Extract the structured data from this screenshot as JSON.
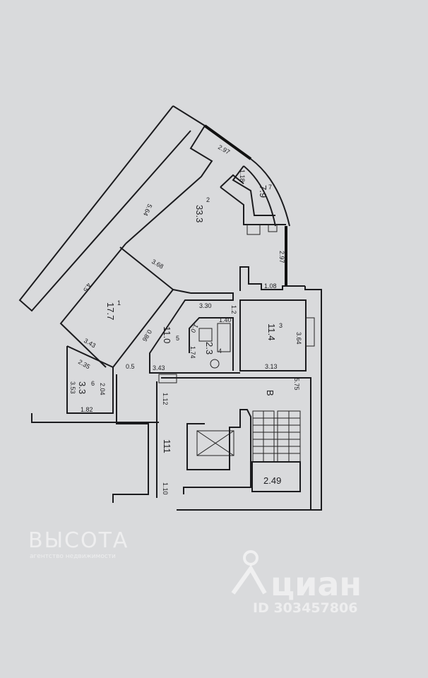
{
  "rooms": [
    {
      "num": "2",
      "area": "33.3"
    },
    {
      "num": "7",
      "area": "7.9"
    },
    {
      "num": "1",
      "area": "17.7"
    },
    {
      "num": "5",
      "area": "11.0"
    },
    {
      "num": "3",
      "area": "11.4"
    },
    {
      "num": "4",
      "area": "2.3"
    },
    {
      "num": "6",
      "area": "3.3"
    }
  ],
  "corridor": {
    "area": "111",
    "stair_label": "В",
    "stair_length": "5.75",
    "landing": "2.49"
  },
  "dimensions": {
    "top_window": "2.97",
    "bay_door": "1.18",
    "room2_left": "5.64",
    "room2_bottom": "3.68",
    "right_wall": "2.97",
    "niche": "1.08",
    "hall_top": "3.30",
    "door_small": "1.2",
    "bath_top": "1.40",
    "bath_diag": "1.0",
    "room1_left": "4.5",
    "bath_side": "1.74",
    "room1_bottom": "3.43",
    "door_room1": "0.86",
    "room3_right": "3.64",
    "room3_bottom": "3.13",
    "room6_top": "2.35",
    "hall_corner": "0.5",
    "hall_bottom": "3.43",
    "room6_left": "3.53",
    "room6_right": "2.04",
    "room6_bottom": "1.82",
    "corr_top": "1.12",
    "corr_bottom": "1.10"
  },
  "watermarks": {
    "agency": "ВЫСОТА",
    "agency_sub": "агентство недвижимости",
    "site": "циан",
    "listing_id": "ID 303457806"
  }
}
